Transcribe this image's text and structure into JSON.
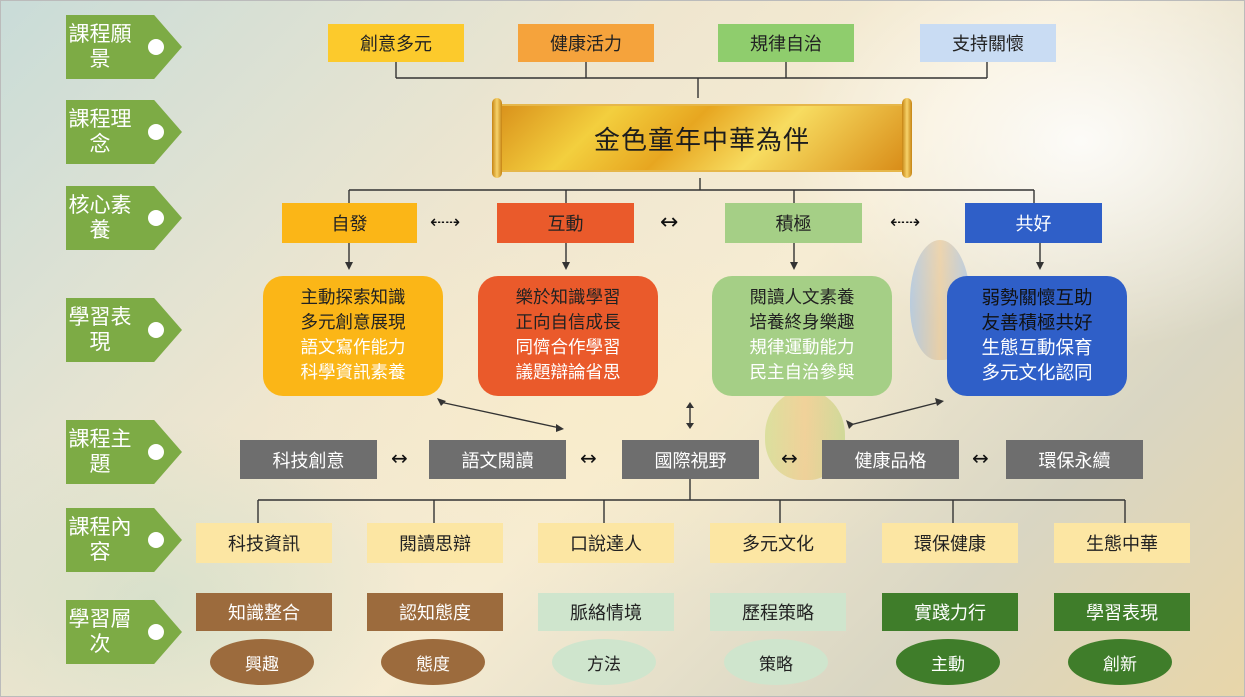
{
  "rows": {
    "vision": "課程願景",
    "philosophy": "課程理念",
    "core": "核心素養",
    "performance": "學習表現",
    "themes": "課程主題",
    "content": "課程內容",
    "levels": "學習層次"
  },
  "vision": [
    "創意多元",
    "健康活力",
    "規律自治",
    "支持關懷"
  ],
  "philosophy_title": "金色童年中華為伴",
  "core": [
    "自發",
    "互動",
    "積極",
    "共好"
  ],
  "performance": [
    [
      "主動探索知識",
      "多元創意展現",
      "語文寫作能力",
      "科學資訊素養"
    ],
    [
      "樂於知識學習",
      "正向自信成長",
      "同儕合作學習",
      "議題辯論省思"
    ],
    [
      "閱讀人文素養",
      "培養終身樂趣",
      "規律運動能力",
      "民主自治參與"
    ],
    [
      "弱勢關懷互助",
      "友善積極共好",
      "生態互動保育",
      "多元文化認同"
    ]
  ],
  "themes": [
    "科技創意",
    "語文閱讀",
    "國際視野",
    "健康品格",
    "環保永續"
  ],
  "content": [
    "科技資訊",
    "閱讀思辯",
    "口說達人",
    "多元文化",
    "環保健康",
    "生態中華"
  ],
  "levels": [
    "知識整合",
    "認知態度",
    "脈絡情境",
    "歷程策略",
    "實踐力行",
    "學習表現"
  ],
  "level_ovals": [
    "興趣",
    "態度",
    "方法",
    "策略",
    "主動",
    "創新"
  ],
  "arrows": {
    "double": "↔",
    "vertical": "↕",
    "dashed": "⇠⇢"
  },
  "colors": {
    "tag_green": "#7dab45",
    "yellow": "#fbb617",
    "orange_red": "#ea5a2b",
    "light_green": "#a5cf86",
    "blue": "#2f5fc8",
    "gray": "#6e6e6e",
    "pale_yellow": "#fce6a3",
    "brown": "#9c6b3d",
    "pale_green": "#cfe5cd",
    "dark_green": "#3f7d2a"
  }
}
